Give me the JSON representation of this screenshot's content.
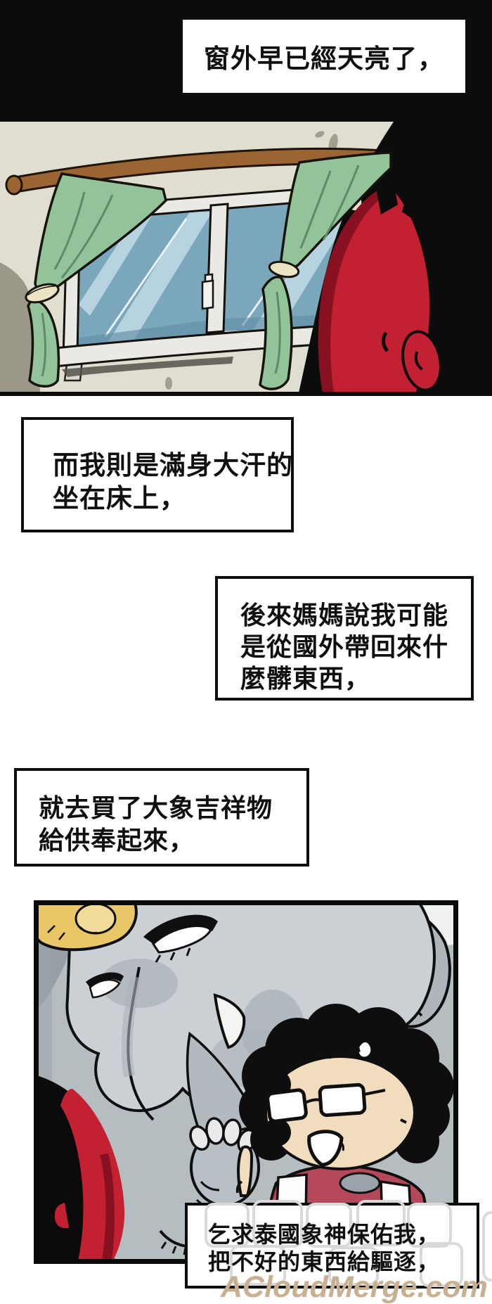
{
  "comic": {
    "captions": {
      "c1": {
        "lines": [
          "窗外早已經天亮了，"
        ]
      },
      "c2": {
        "lines": [
          "而我則是滿身大汗的",
          "坐在床上，"
        ]
      },
      "c3": {
        "lines": [
          "後來媽媽說我可能",
          "是從國外帶回來什",
          "麼髒東西，"
        ]
      },
      "c4": {
        "lines": [
          "就去買了大象吉祥物",
          "給供奉起來，"
        ]
      },
      "c5": {
        "lines": [
          "乞求泰國象神保佑我，",
          "把不好的東西給驅逐，"
        ]
      }
    },
    "watermark": {
      "text": "ACloudMerge.com",
      "color": "#c8b092"
    },
    "panels": {
      "window": {
        "alt": "bedroom window at dawn with green curtains, red figure sitting in dark shadow"
      },
      "elephant": {
        "alt": "crowned Thai elephant god statue with praying glasses-wearing person in red shirt"
      }
    },
    "colors": {
      "ink": "#0c0c0c",
      "paper": "#ffffff",
      "wall": "#e0ddd1",
      "wall_shadow": "#8e8c7c",
      "rod": "#9a6433",
      "frame": "#ebe9e4",
      "glass": "#7ba7bd",
      "glass_streak": "#b7d3df",
      "curtain": "#93c398",
      "curtain_fold": "#5d8a68",
      "tieback": "#ece2c4",
      "sheer": "#dbdad2",
      "red_figure": "#c32031",
      "red_shade": "#871021",
      "panel_bg": "#b6bdc1",
      "elephant": "#cad0d4",
      "elephant_shade": "#aab3ba",
      "ear": "#aeb6bb",
      "crown": "#eac766",
      "crown_medallion": "#f2dc9a",
      "skin": "#f2dcbe",
      "shirt": "#b5495b",
      "apron": "#fdfdfd",
      "outline_glyph": "#d9d9d9"
    }
  }
}
